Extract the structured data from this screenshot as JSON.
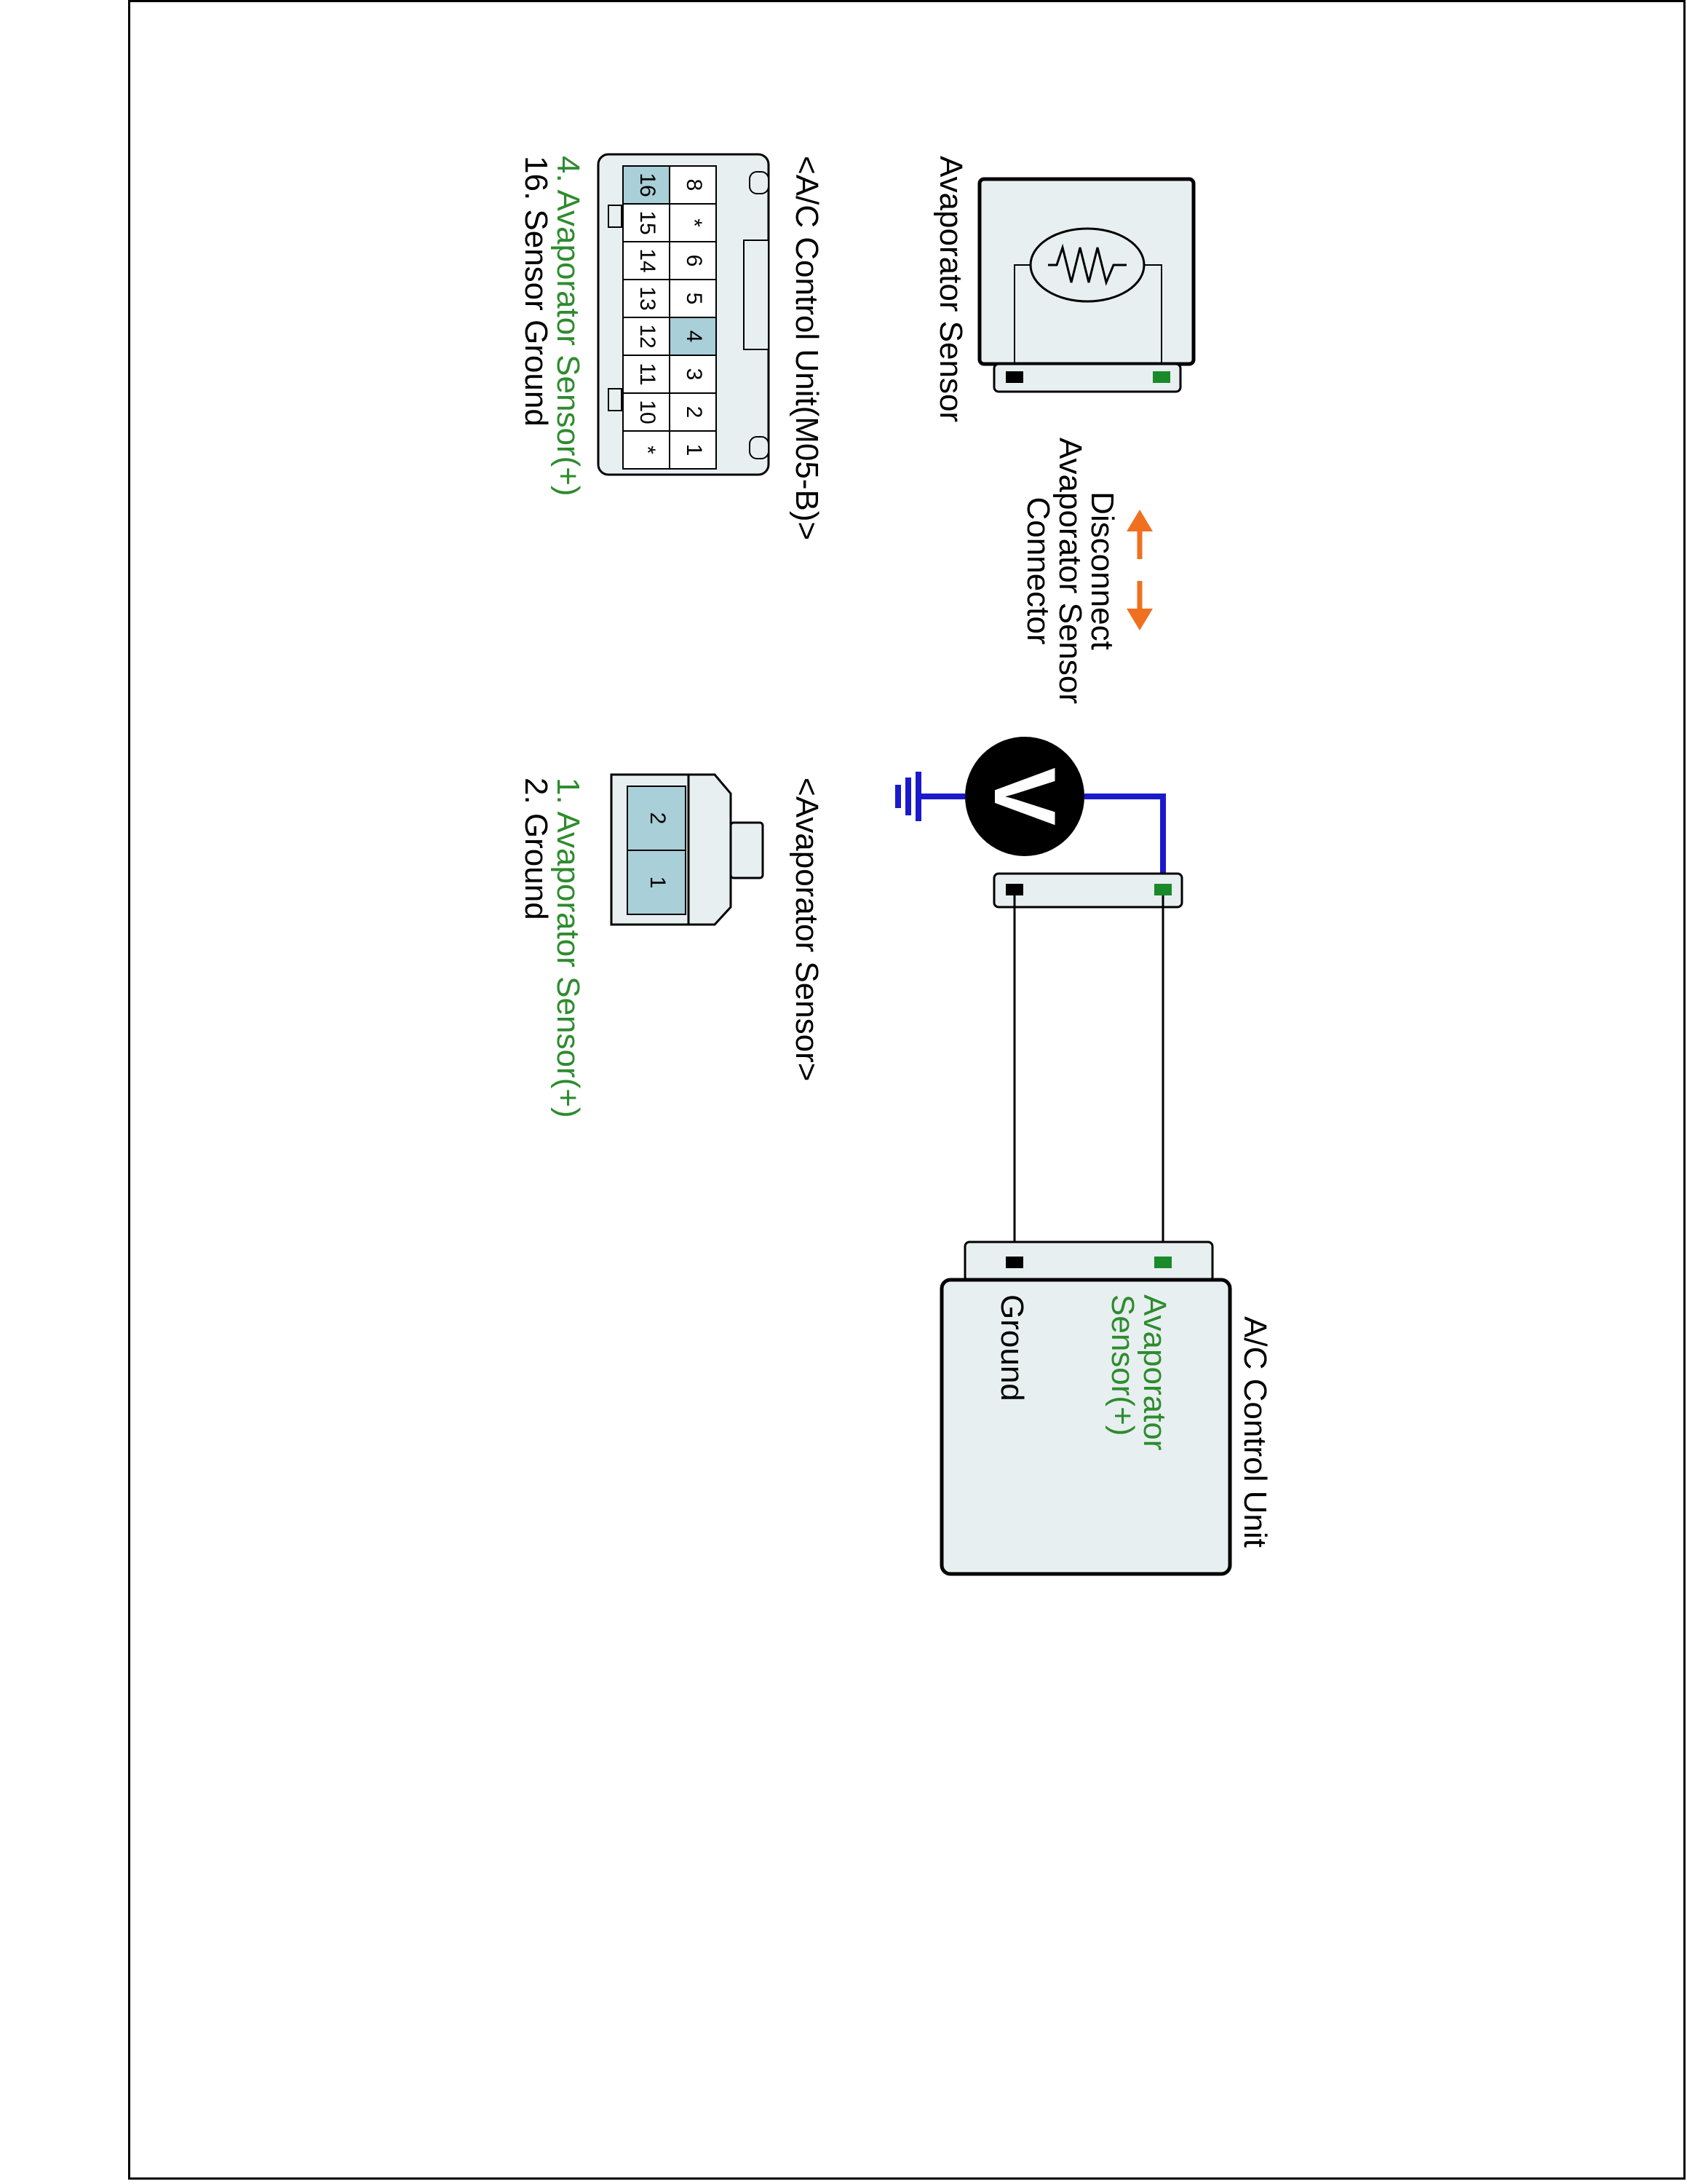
{
  "labels": {
    "sensor_title": "Avaporator Sensor",
    "disconnect_line1": "Disconnect",
    "disconnect_line2": "Avaporator Sensor",
    "disconnect_line3": "Connector",
    "unit_title": "A/C Control Unit",
    "unit_signal_line1": "Avaporator",
    "unit_signal_line2": "Sensor(+)",
    "unit_ground": "Ground",
    "voltmeter": "V"
  },
  "acu_connector": {
    "title": "<A/C Control Unit(M05-B)>",
    "top_row": [
      "8",
      "*",
      "6",
      "5",
      "4",
      "3",
      "2",
      "1"
    ],
    "bottom_row": [
      "16",
      "15",
      "14",
      "13",
      "12",
      "11",
      "10",
      "*"
    ],
    "highlighted": [
      "16",
      "4"
    ],
    "legend": [
      "4. Avaporator Sensor(+)",
      "16. Sensor Ground"
    ]
  },
  "sensor_connector": {
    "title": "<Avaporator Sensor>",
    "pins": [
      "2",
      "1"
    ],
    "legend": [
      "1. Avaporator Sensor(+)",
      "2. Ground"
    ]
  },
  "colors": {
    "signal": "#1a8a2a",
    "ground": "#000000",
    "meter_lead": "#1a1acc",
    "arrow": "#f07020",
    "connector_fill": "#e8eff0",
    "pin_highlight": "#a9cfd8"
  }
}
